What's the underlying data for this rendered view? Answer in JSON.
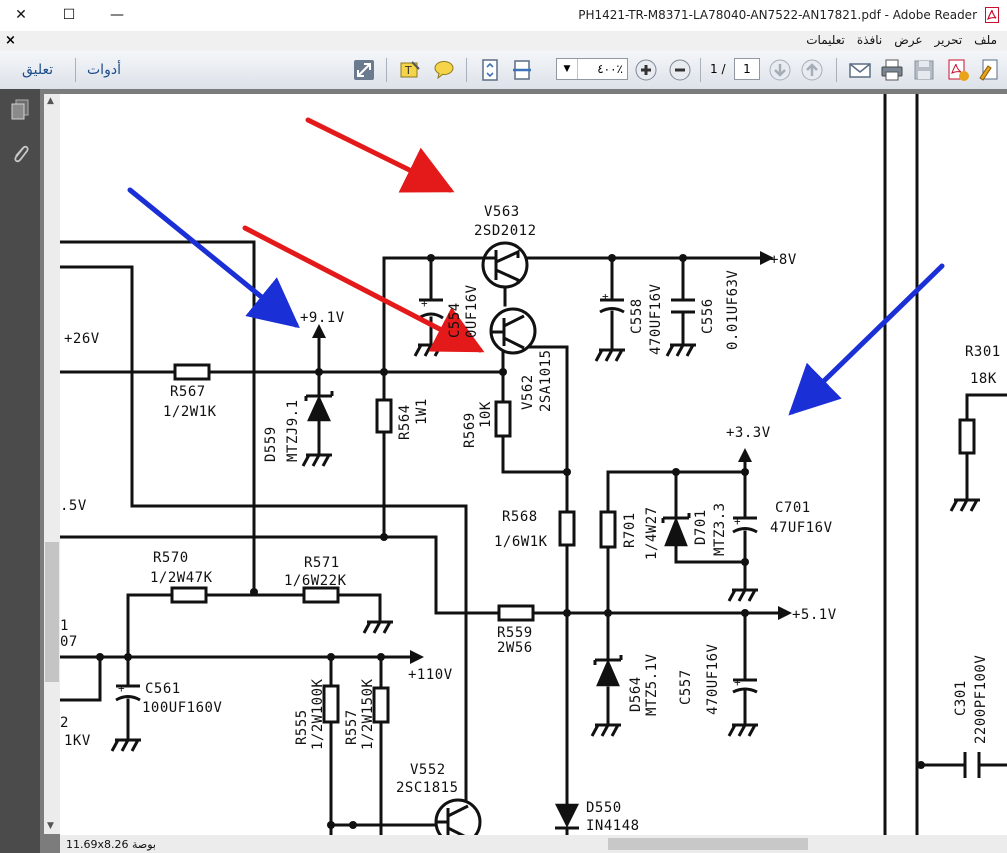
{
  "window": {
    "title": "PH1421-TR-M8371-LA78040-AN7522-AN17821.pdf - Adobe Reader"
  },
  "menubar": {
    "close_glyph": "×",
    "items": [
      "ملف",
      "تحرير",
      "عرض",
      "نافذة",
      "تعليمات"
    ]
  },
  "toolbar": {
    "comment_label": "تعليق",
    "tools_label": "أدوات",
    "zoom_value": "٤٠٠٪",
    "page_current": "1",
    "page_total": "1 /"
  },
  "status": {
    "page_size": "11.69x8.26 بوصة"
  },
  "schematic": {
    "labels": {
      "v563": "V563",
      "v563_part": "2SD2012",
      "v562": "V562",
      "v562_part": "2SA1015",
      "plus8v": "+8V",
      "plus26v": "+26V",
      "plus9v": "+9.1V",
      "plus33v": "+3.3V",
      "plus51v": "+5.1V",
      "plus110v": "+110V",
      "v5frag": ".5V",
      "r567": "R567",
      "r567_val": "1/2W1K",
      "d559": "D559",
      "d559_val": "MTZJ9.1",
      "r564": "R564",
      "r564_val": "1W1",
      "c554": "C554",
      "c554_val": "0UF16V",
      "r569": "R569",
      "r569_val": "10K",
      "c558": "C558",
      "c558_val": "470UF16V",
      "c556": "C556",
      "c556_val": "0.01UF63V",
      "r301": "R301",
      "r301_val": "18K",
      "r568": "R568",
      "r568_val": "1/6W1K",
      "r701": "R701",
      "r701_val": "1/4W27",
      "d701": "D701",
      "d701_val": "MTZ3.3",
      "c701": "C701",
      "c701_val": "47UF16V",
      "r570": "R570",
      "r570_val": "1/2W47K",
      "r571": "R571",
      "r571_val": "1/6W22K",
      "r559": "R559",
      "r559_val": "2W56",
      "c561": "C561",
      "c561_val": "100UF160V",
      "d564": "D564",
      "d564_val": "MTZ5.1V",
      "c557": "C557",
      "c557_val": "470UF16V",
      "c301": "C301",
      "c301_val": "2200PF100V",
      "r555": "R555",
      "r555_val": "1/2W100K",
      "r557": "R557",
      "r557_val": "1/2W150K",
      "v552": "V552",
      "v552_part": "2SC1815",
      "d550": "D550",
      "d550_val": "IN4148",
      "frag1": "1",
      "frag07": "07",
      "frag2": "2",
      "frag1kv": "1KV"
    }
  }
}
